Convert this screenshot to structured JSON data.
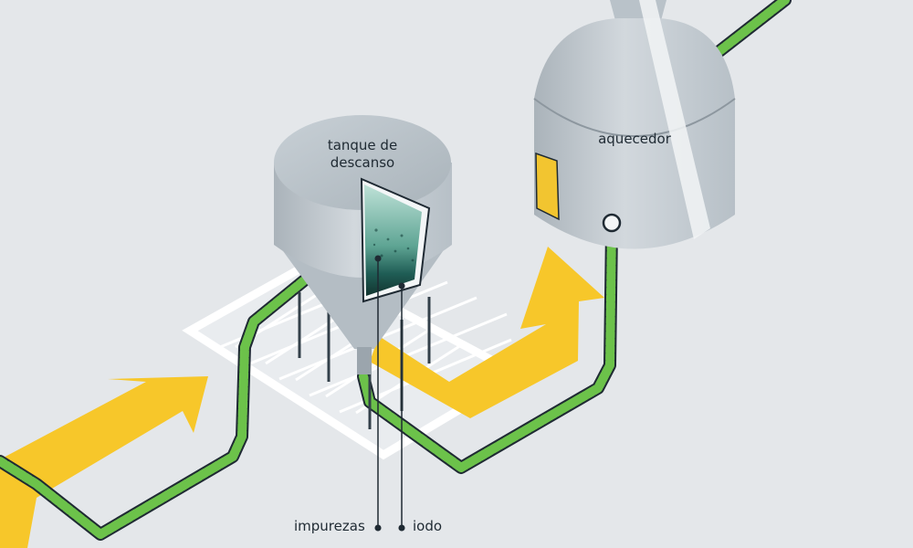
{
  "labels": {
    "tank_line1": "tanque de",
    "tank_line2": "descanso",
    "heater": "aquecedor",
    "impurities": "impurezas",
    "iodine": "iodo"
  },
  "colors": {
    "background": "#e4e7ea",
    "arrow": "#f7c72a",
    "pipe": "#6cc24a",
    "pipe_outline": "#1f2a33",
    "tank_metal": "#c3cbd1",
    "liquid": "#2f7a6e",
    "heater_stripe": "#f2c530"
  }
}
